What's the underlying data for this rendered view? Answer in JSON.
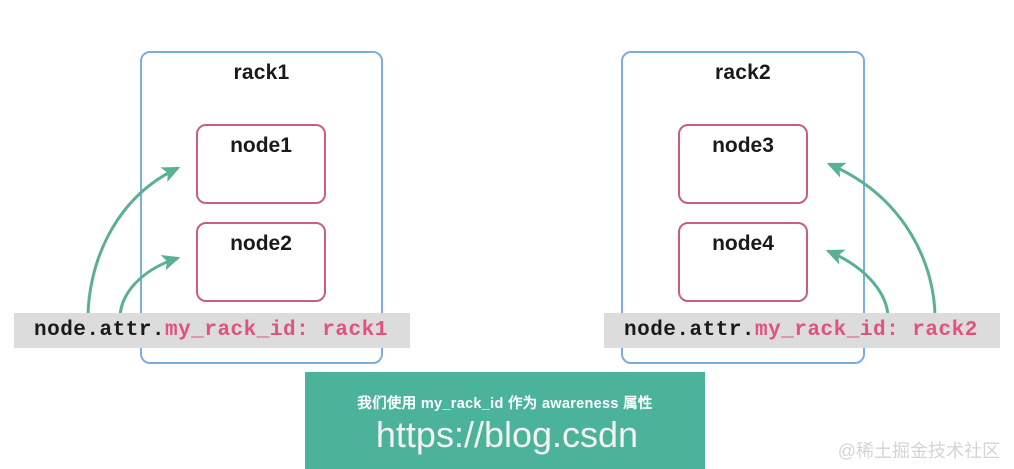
{
  "diagram": {
    "racks": [
      {
        "id": "rack1",
        "title": "rack1",
        "nodes": [
          {
            "id": "node1",
            "label": "node1"
          },
          {
            "id": "node2",
            "label": "node2"
          }
        ],
        "attribute": {
          "prefix": "node.attr.",
          "key": "my_rack_id",
          "separator": ": ",
          "value": "rack1",
          "full": "node.attr.my_rack_id: rack1"
        }
      },
      {
        "id": "rack2",
        "title": "rack2",
        "nodes": [
          {
            "id": "node3",
            "label": "node3"
          },
          {
            "id": "node4",
            "label": "node4"
          }
        ],
        "attribute": {
          "prefix": "node.attr.",
          "key": "my_rack_id",
          "separator": ": ",
          "value": "rack2",
          "full": "node.attr.my_rack_id: rack2"
        }
      }
    ],
    "tooltip": {
      "text": "我们使用 my_rack_id 作为 awareness 属性"
    },
    "watermarks": {
      "url": "https://blog.csdn",
      "corner": "@稀土掘金技术社区"
    },
    "colors": {
      "rack_border": "#7aaede",
      "node_border": "#c95d84",
      "attr_background": "#dcdcdc",
      "attr_key_text": "#e0537e",
      "attr_prefix_text": "#1a1a1a",
      "tooltip_background": "#4cb39b",
      "arrow": "#59b092",
      "page_background": "#ffffff"
    }
  }
}
